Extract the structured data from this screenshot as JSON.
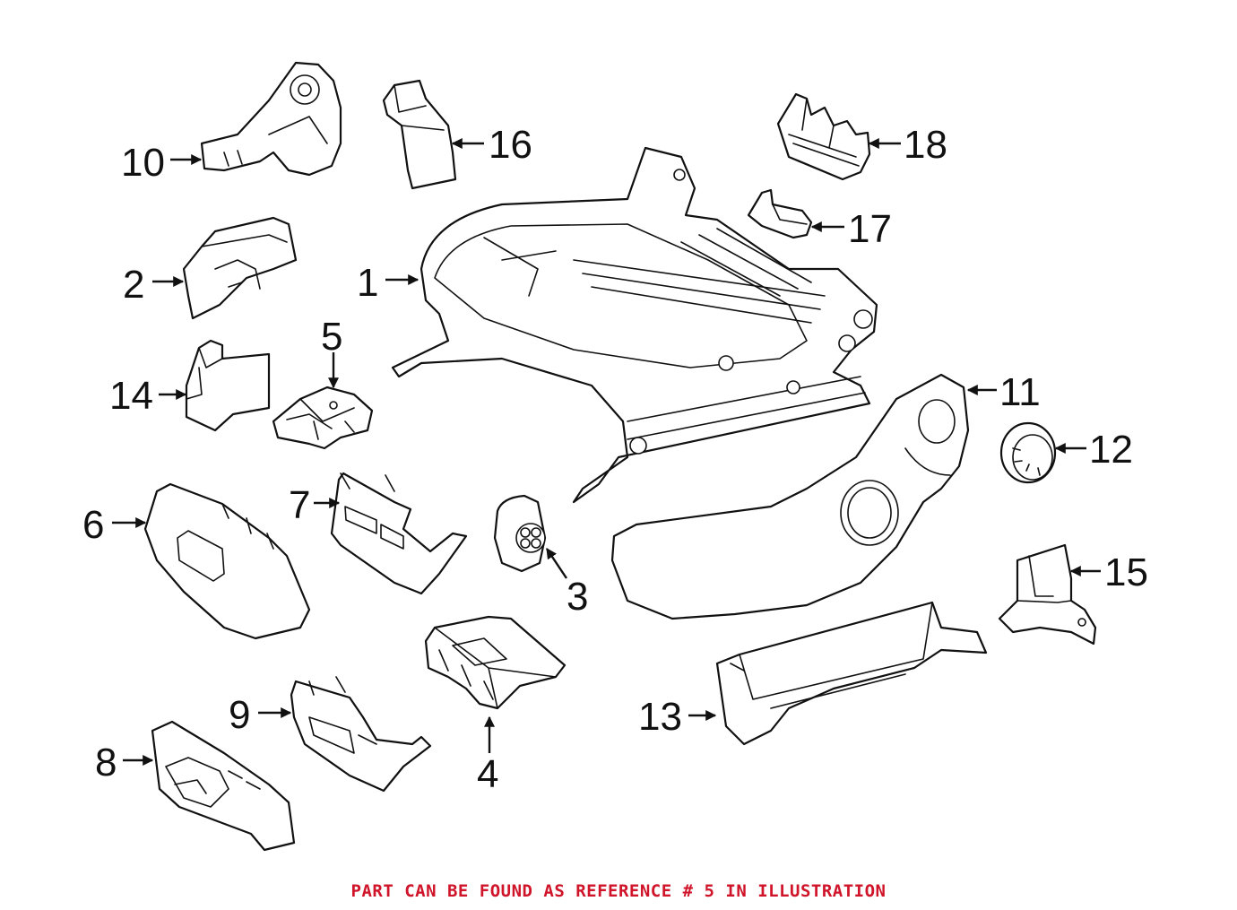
{
  "callouts": {
    "c1": "1",
    "c2": "2",
    "c3": "3",
    "c4": "4",
    "c5": "5",
    "c6": "6",
    "c7": "7",
    "c8": "8",
    "c9": "9",
    "c10": "10",
    "c11": "11",
    "c12": "12",
    "c13": "13",
    "c14": "14",
    "c15": "15",
    "c16": "16",
    "c17": "17",
    "c18": "18"
  },
  "footer": {
    "note": "PART CAN BE FOUND AS REFERENCE # 5 IN ILLUSTRATION",
    "note_color": "#d0142a"
  },
  "colors": {
    "line": "#111111",
    "background": "#ffffff"
  }
}
